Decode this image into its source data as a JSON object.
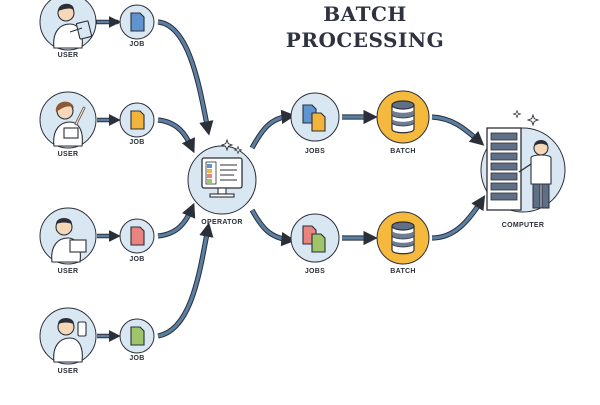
{
  "title": {
    "line1": "BATCH",
    "line2": "PROCESSING"
  },
  "users": [
    {
      "label": "USER"
    },
    {
      "label": "USER"
    },
    {
      "label": "USER"
    },
    {
      "label": "USER"
    }
  ],
  "jobs": [
    {
      "label": "JOB",
      "color": "#5f94cf"
    },
    {
      "label": "JOB",
      "color": "#f2b43c"
    },
    {
      "label": "JOB",
      "color": "#e8837f"
    },
    {
      "label": "JOB",
      "color": "#9fc46a"
    }
  ],
  "operator": {
    "label": "OPERATOR"
  },
  "job_groups": [
    {
      "label": "JOBS"
    },
    {
      "label": "JOBS"
    }
  ],
  "batches": [
    {
      "label": "BATCH"
    },
    {
      "label": "BATCH"
    }
  ],
  "computer": {
    "label": "COMPUTER"
  },
  "colors": {
    "circle_bg": "#d9e7f3",
    "batch_bg": "#f5b93d",
    "arrow": "#5a7fa3",
    "outline": "#2b2f38"
  }
}
